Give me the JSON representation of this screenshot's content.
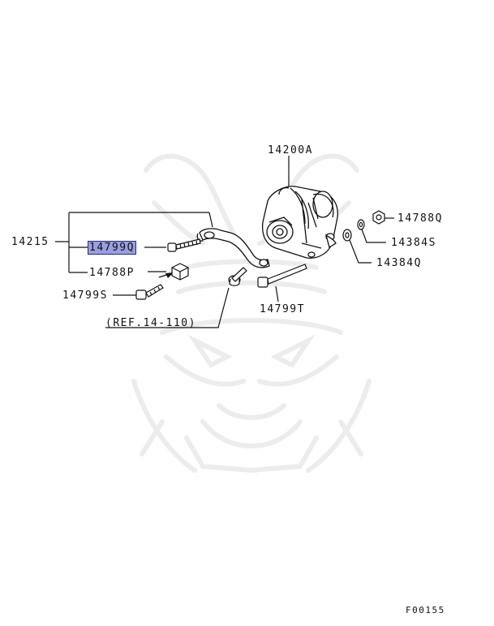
{
  "diagram_code": "F00155",
  "parts": {
    "alternator": "14200A",
    "bracket_assembly": "14215",
    "adjust_bolt_highlighted": "14799Q",
    "nut_lower": "14788P",
    "bolt_lower": "14799S",
    "reference": "(REF.14-110)",
    "through_bolt": "14799T",
    "nut_right": "14788Q",
    "washer_upper": "14384S",
    "washer_lower": "14384Q"
  },
  "colors": {
    "line": "#111111",
    "highlight": "#9a9fe0",
    "watermark": "#ececec"
  }
}
